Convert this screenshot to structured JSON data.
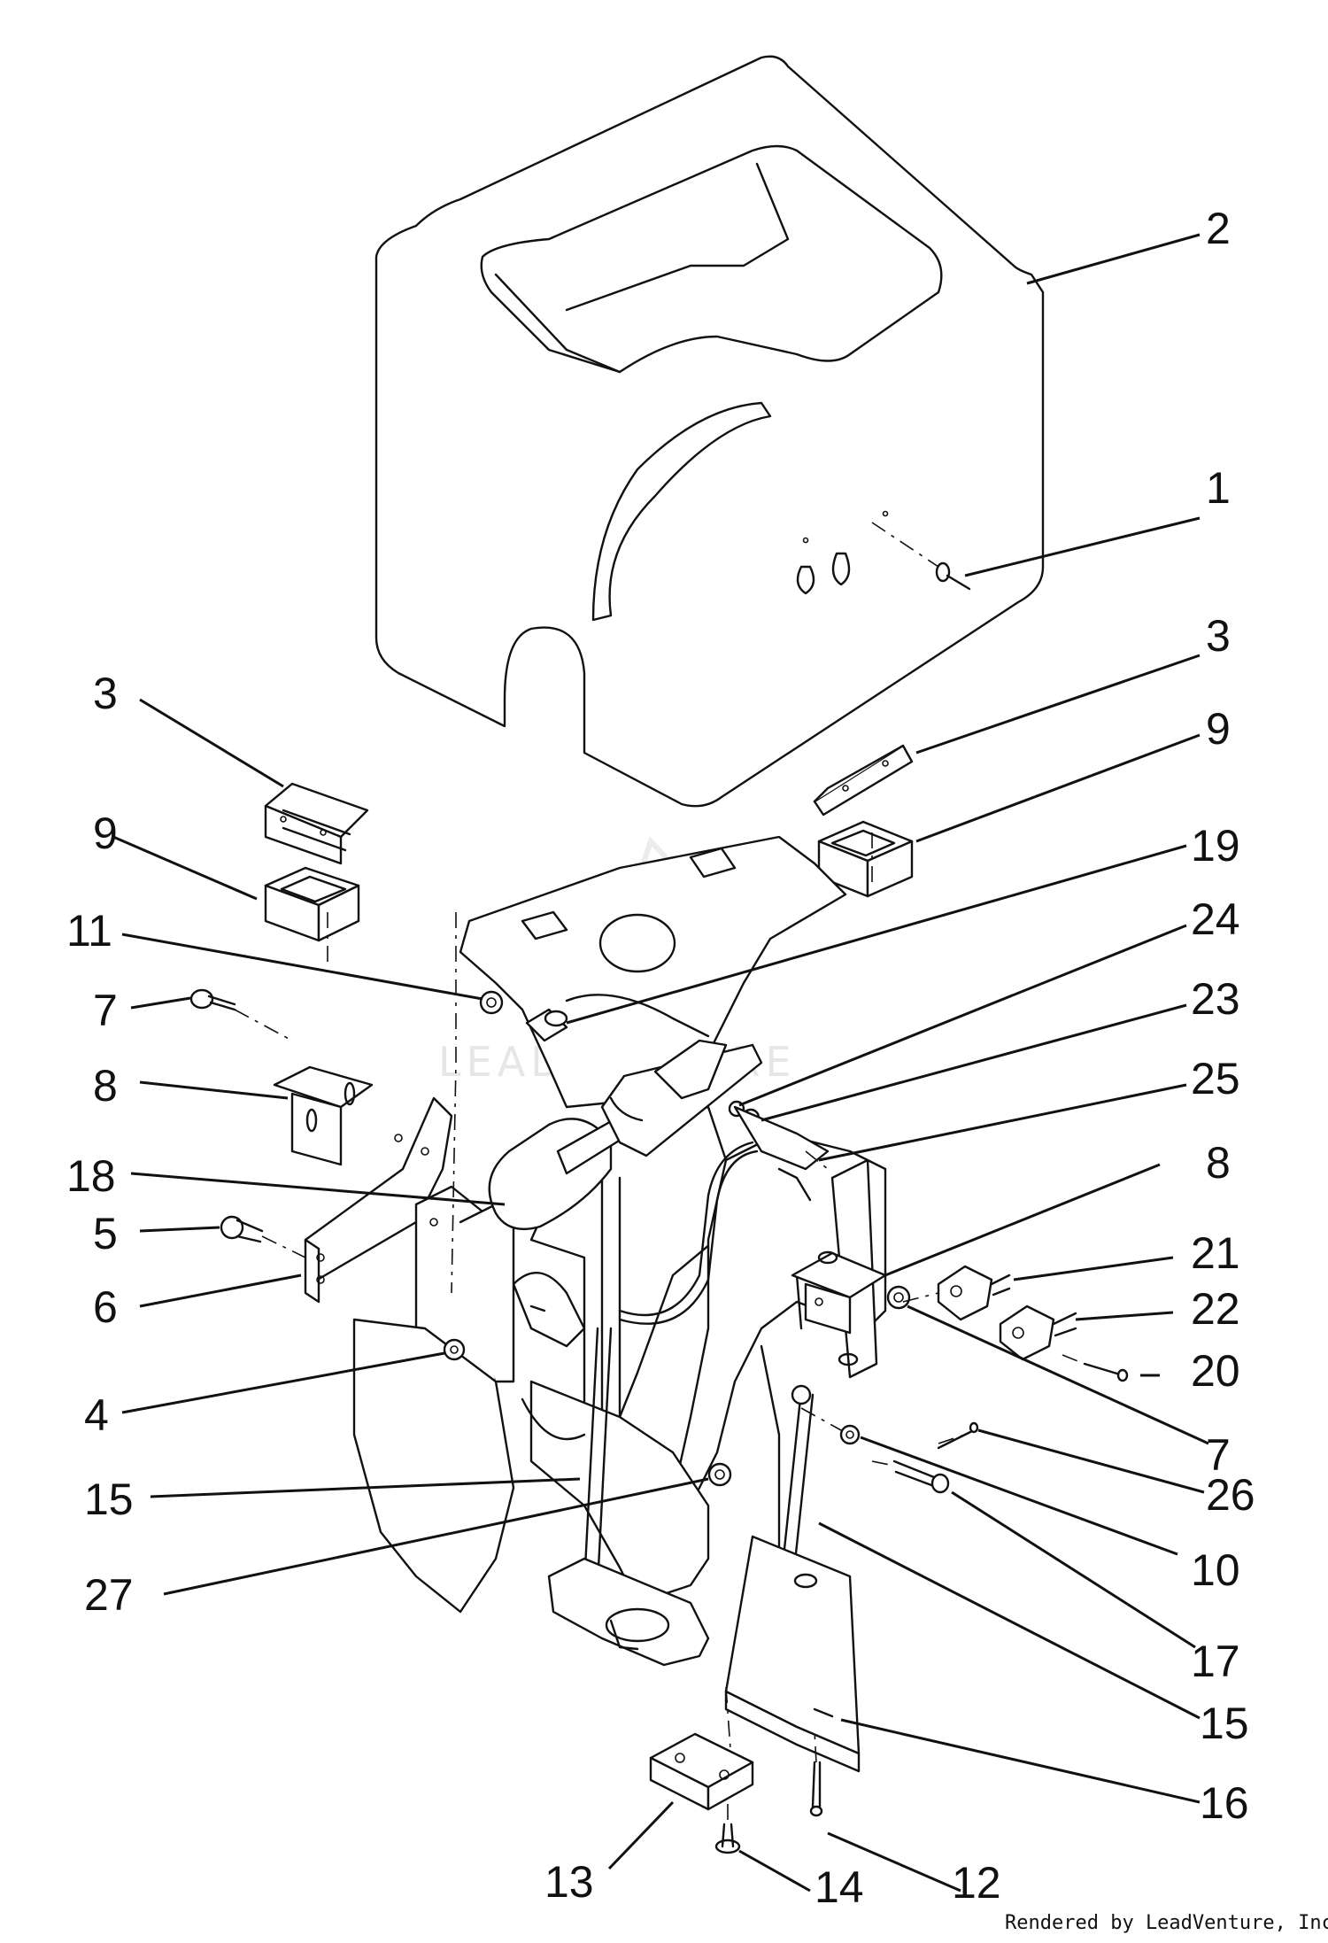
{
  "diagram": {
    "credit": "Rendered by LeadVenture, Inc.",
    "watermark": "LEADVENTURE",
    "callouts": [
      {
        "id": "c2",
        "label": "2"
      },
      {
        "id": "c1",
        "label": "1"
      },
      {
        "id": "c3a",
        "label": "3"
      },
      {
        "id": "c3b",
        "label": "3"
      },
      {
        "id": "c9a",
        "label": "9"
      },
      {
        "id": "c9b",
        "label": "9"
      },
      {
        "id": "c19",
        "label": "19"
      },
      {
        "id": "c11",
        "label": "11"
      },
      {
        "id": "c24",
        "label": "24"
      },
      {
        "id": "c7a",
        "label": "7"
      },
      {
        "id": "c23",
        "label": "23"
      },
      {
        "id": "c8a",
        "label": "8"
      },
      {
        "id": "c25",
        "label": "25"
      },
      {
        "id": "c18",
        "label": "18"
      },
      {
        "id": "c8b",
        "label": "8"
      },
      {
        "id": "c5",
        "label": "5"
      },
      {
        "id": "c21",
        "label": "21"
      },
      {
        "id": "c6",
        "label": "6"
      },
      {
        "id": "c22",
        "label": "22"
      },
      {
        "id": "c20",
        "label": "20"
      },
      {
        "id": "c4",
        "label": "4"
      },
      {
        "id": "c7b",
        "label": "7"
      },
      {
        "id": "c15a",
        "label": "15"
      },
      {
        "id": "c26",
        "label": "26"
      },
      {
        "id": "c27",
        "label": "27"
      },
      {
        "id": "c10",
        "label": "10"
      },
      {
        "id": "c17",
        "label": "17"
      },
      {
        "id": "c15b",
        "label": "15"
      },
      {
        "id": "c16",
        "label": "16"
      },
      {
        "id": "c13",
        "label": "13"
      },
      {
        "id": "c14",
        "label": "14"
      },
      {
        "id": "c12",
        "label": "12"
      }
    ]
  }
}
